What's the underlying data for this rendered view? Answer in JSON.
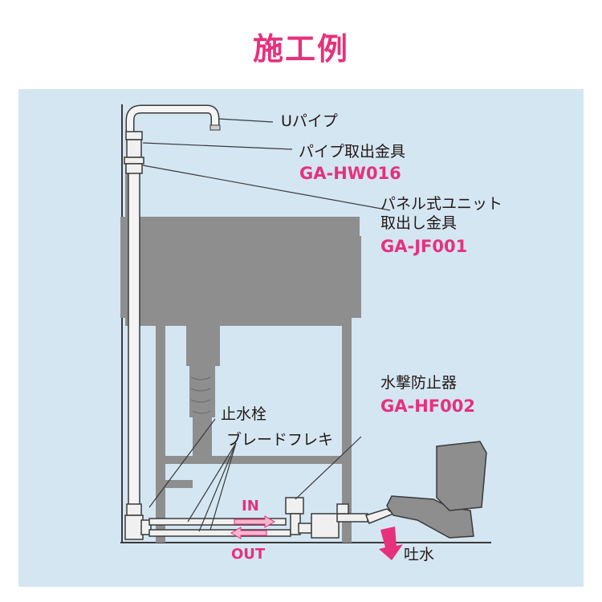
{
  "title": "施工例",
  "labels": {
    "u_pipe": "Uパイプ",
    "pipe_fitting": "パイプ取出金具",
    "pipe_fitting_code": "GA-HW016",
    "panel_fitting_line1": "パネル式ユニット",
    "panel_fitting_line2": "取出し金具",
    "panel_fitting_code": "GA-JF001",
    "water_hammer": "水撃防止器",
    "water_hammer_code": "GA-HF002",
    "stop_valve": "止水栓",
    "braided_hose": "ブレードフレキ",
    "flow_in": "IN",
    "flow_out": "OUT",
    "discharge": "吐水"
  },
  "colors": {
    "accent": "#e6317d",
    "panel_bg": "#d4e6f2",
    "sink_gray": "#8e8e8e",
    "pipe_fill": "#f4f4f4",
    "outline": "#3a3a3a"
  }
}
